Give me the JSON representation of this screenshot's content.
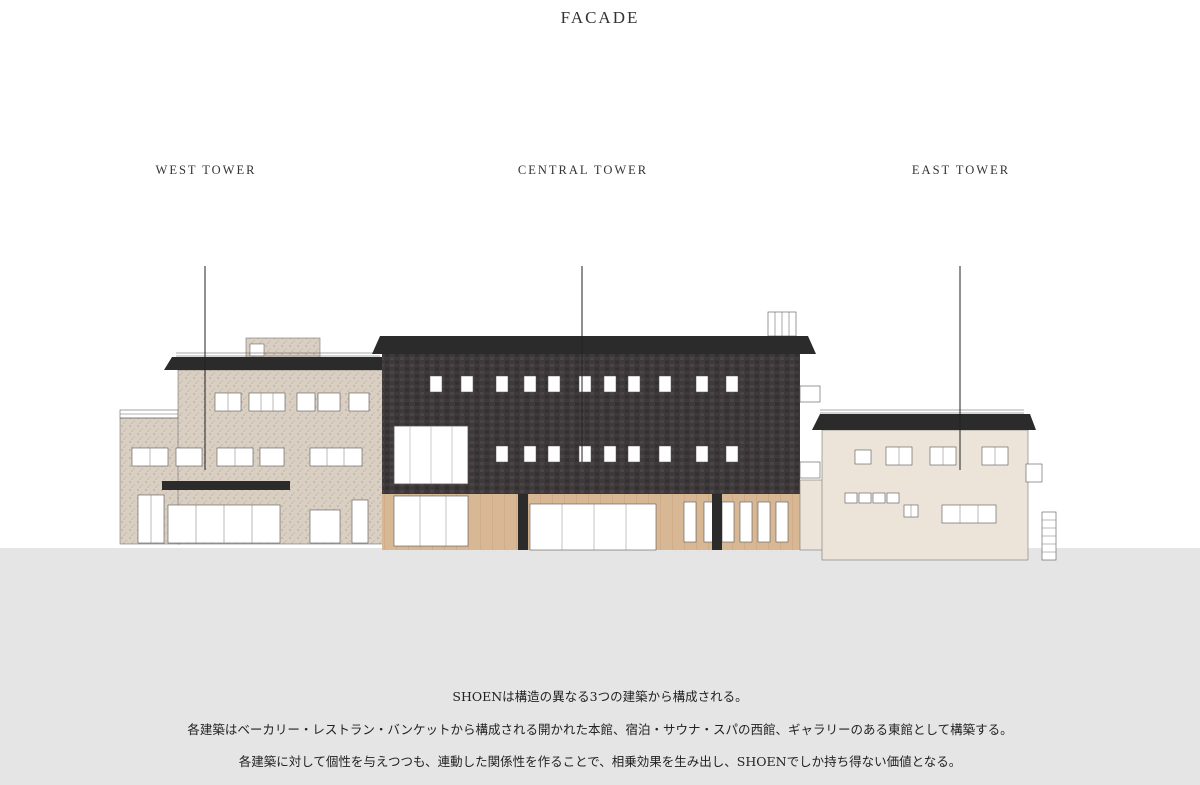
{
  "title": "FACADE",
  "towers": {
    "west": "WEST TOWER",
    "central": "CENTRAL TOWER",
    "east": "EAST TOWER"
  },
  "description": {
    "line1": "SHOENは構造の異なる3つの建築から構成される。",
    "line2": "各建築はベーカリー・レストラン・バンケットから構成される開かれた本館、宿泊・サウナ・スパの西館、ギャラリーのある東館として構築する。",
    "line3": "各建築に対して個性を与えつつも、連動した関係性を作ることで、相乗効果を生み出し、SHOENでしか持ち得ない価値となる。"
  },
  "colors": {
    "ground": "#e5e5e5",
    "west_wall": "#d9cfc2",
    "central_wall": "#3e3a3b",
    "central_wood": "#d8b894",
    "east_wall": "#ece4d8",
    "roof": "#2b2b2b"
  }
}
